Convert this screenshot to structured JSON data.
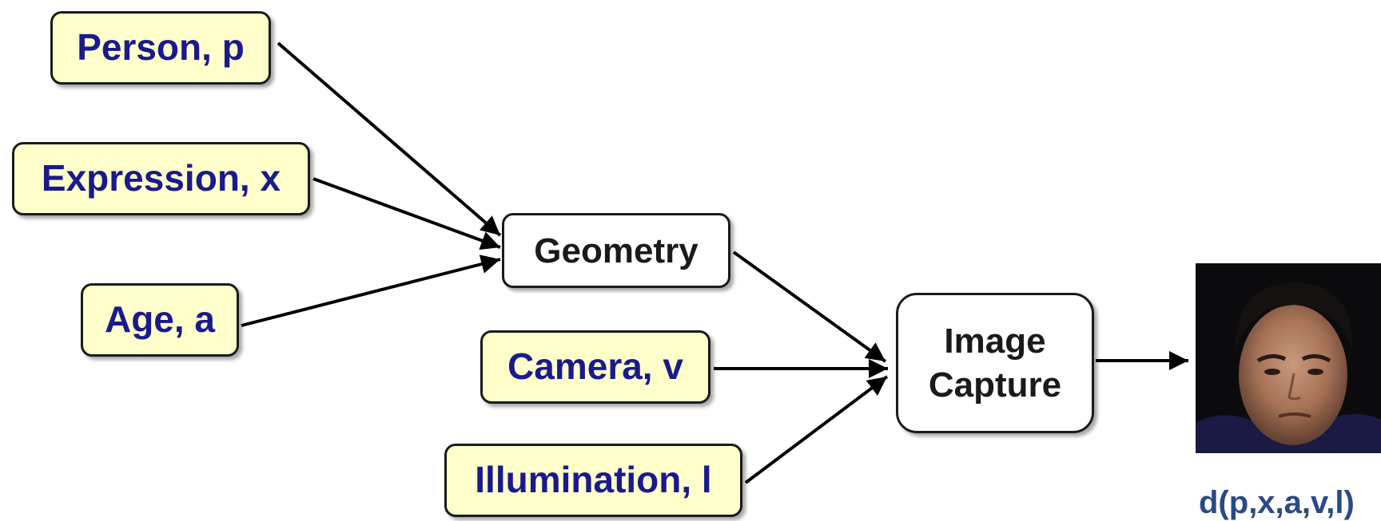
{
  "factors": {
    "person": "Person, p",
    "expression": "Expression, x",
    "age": "Age, a",
    "camera": "Camera, v",
    "illumination": "Illumination, l"
  },
  "process": {
    "geometry": "Geometry",
    "image_capture_line1": "Image",
    "image_capture_line2": "Capture"
  },
  "output": {
    "image": "face-photo",
    "formula": "d(p,x,a,v,l)"
  },
  "colors": {
    "factor_fill": "#ffffcc",
    "factor_text": "#1a1a8c",
    "process_fill": "#ffffff",
    "border": "#1a1a1a",
    "formula_text": "#2a4a86"
  }
}
